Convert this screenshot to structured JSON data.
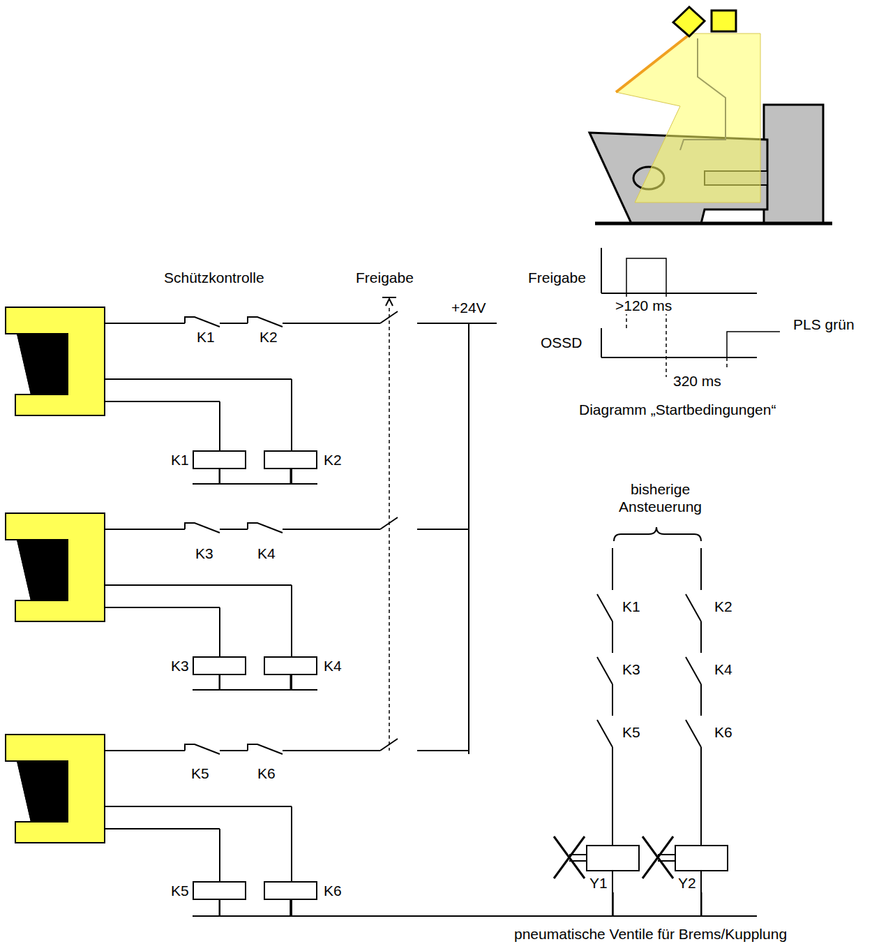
{
  "diagram": {
    "nodes": [
      {
        "text": [
          "K1"
        ]
      },
      {
        "text": [
          "K2"
        ]
      },
      {
        "text": [
          "K3"
        ]
      },
      {
        "text": [
          "K4"
        ]
      },
      {
        "text": [
          "K5"
        ]
      },
      {
        "text": [
          "K6"
        ]
      },
      {
        "text": [
          "Y1"
        ]
      },
      {
        "text": [
          "Y2"
        ]
      }
    ],
    "edges": [
      {
        "from": 0,
        "to": 1,
        "arrow": "none"
      },
      {
        "from": 2,
        "to": 3,
        "arrow": "none"
      },
      {
        "from": 4,
        "to": 5,
        "arrow": "none"
      },
      {
        "from": 5,
        "to": 6,
        "arrow": "none"
      },
      {
        "from": 6,
        "to": 7,
        "arrow": "none"
      }
    ],
    "labels": [
      "Schützkontrolle",
      "Freigabe",
      "+24V",
      "K1",
      "K2",
      "K3",
      "K4",
      "K5",
      "K6",
      "Freigabe",
      ">120 ms",
      "OSSD",
      "320 ms",
      "PLS grün",
      "Diagramm „Startbedingungen“",
      "bisherige Ansteuerung",
      "K1",
      "K2",
      "K3",
      "K4",
      "K5",
      "K6",
      "pneumatische Ventile für Brems/Kupplung"
    ]
  }
}
